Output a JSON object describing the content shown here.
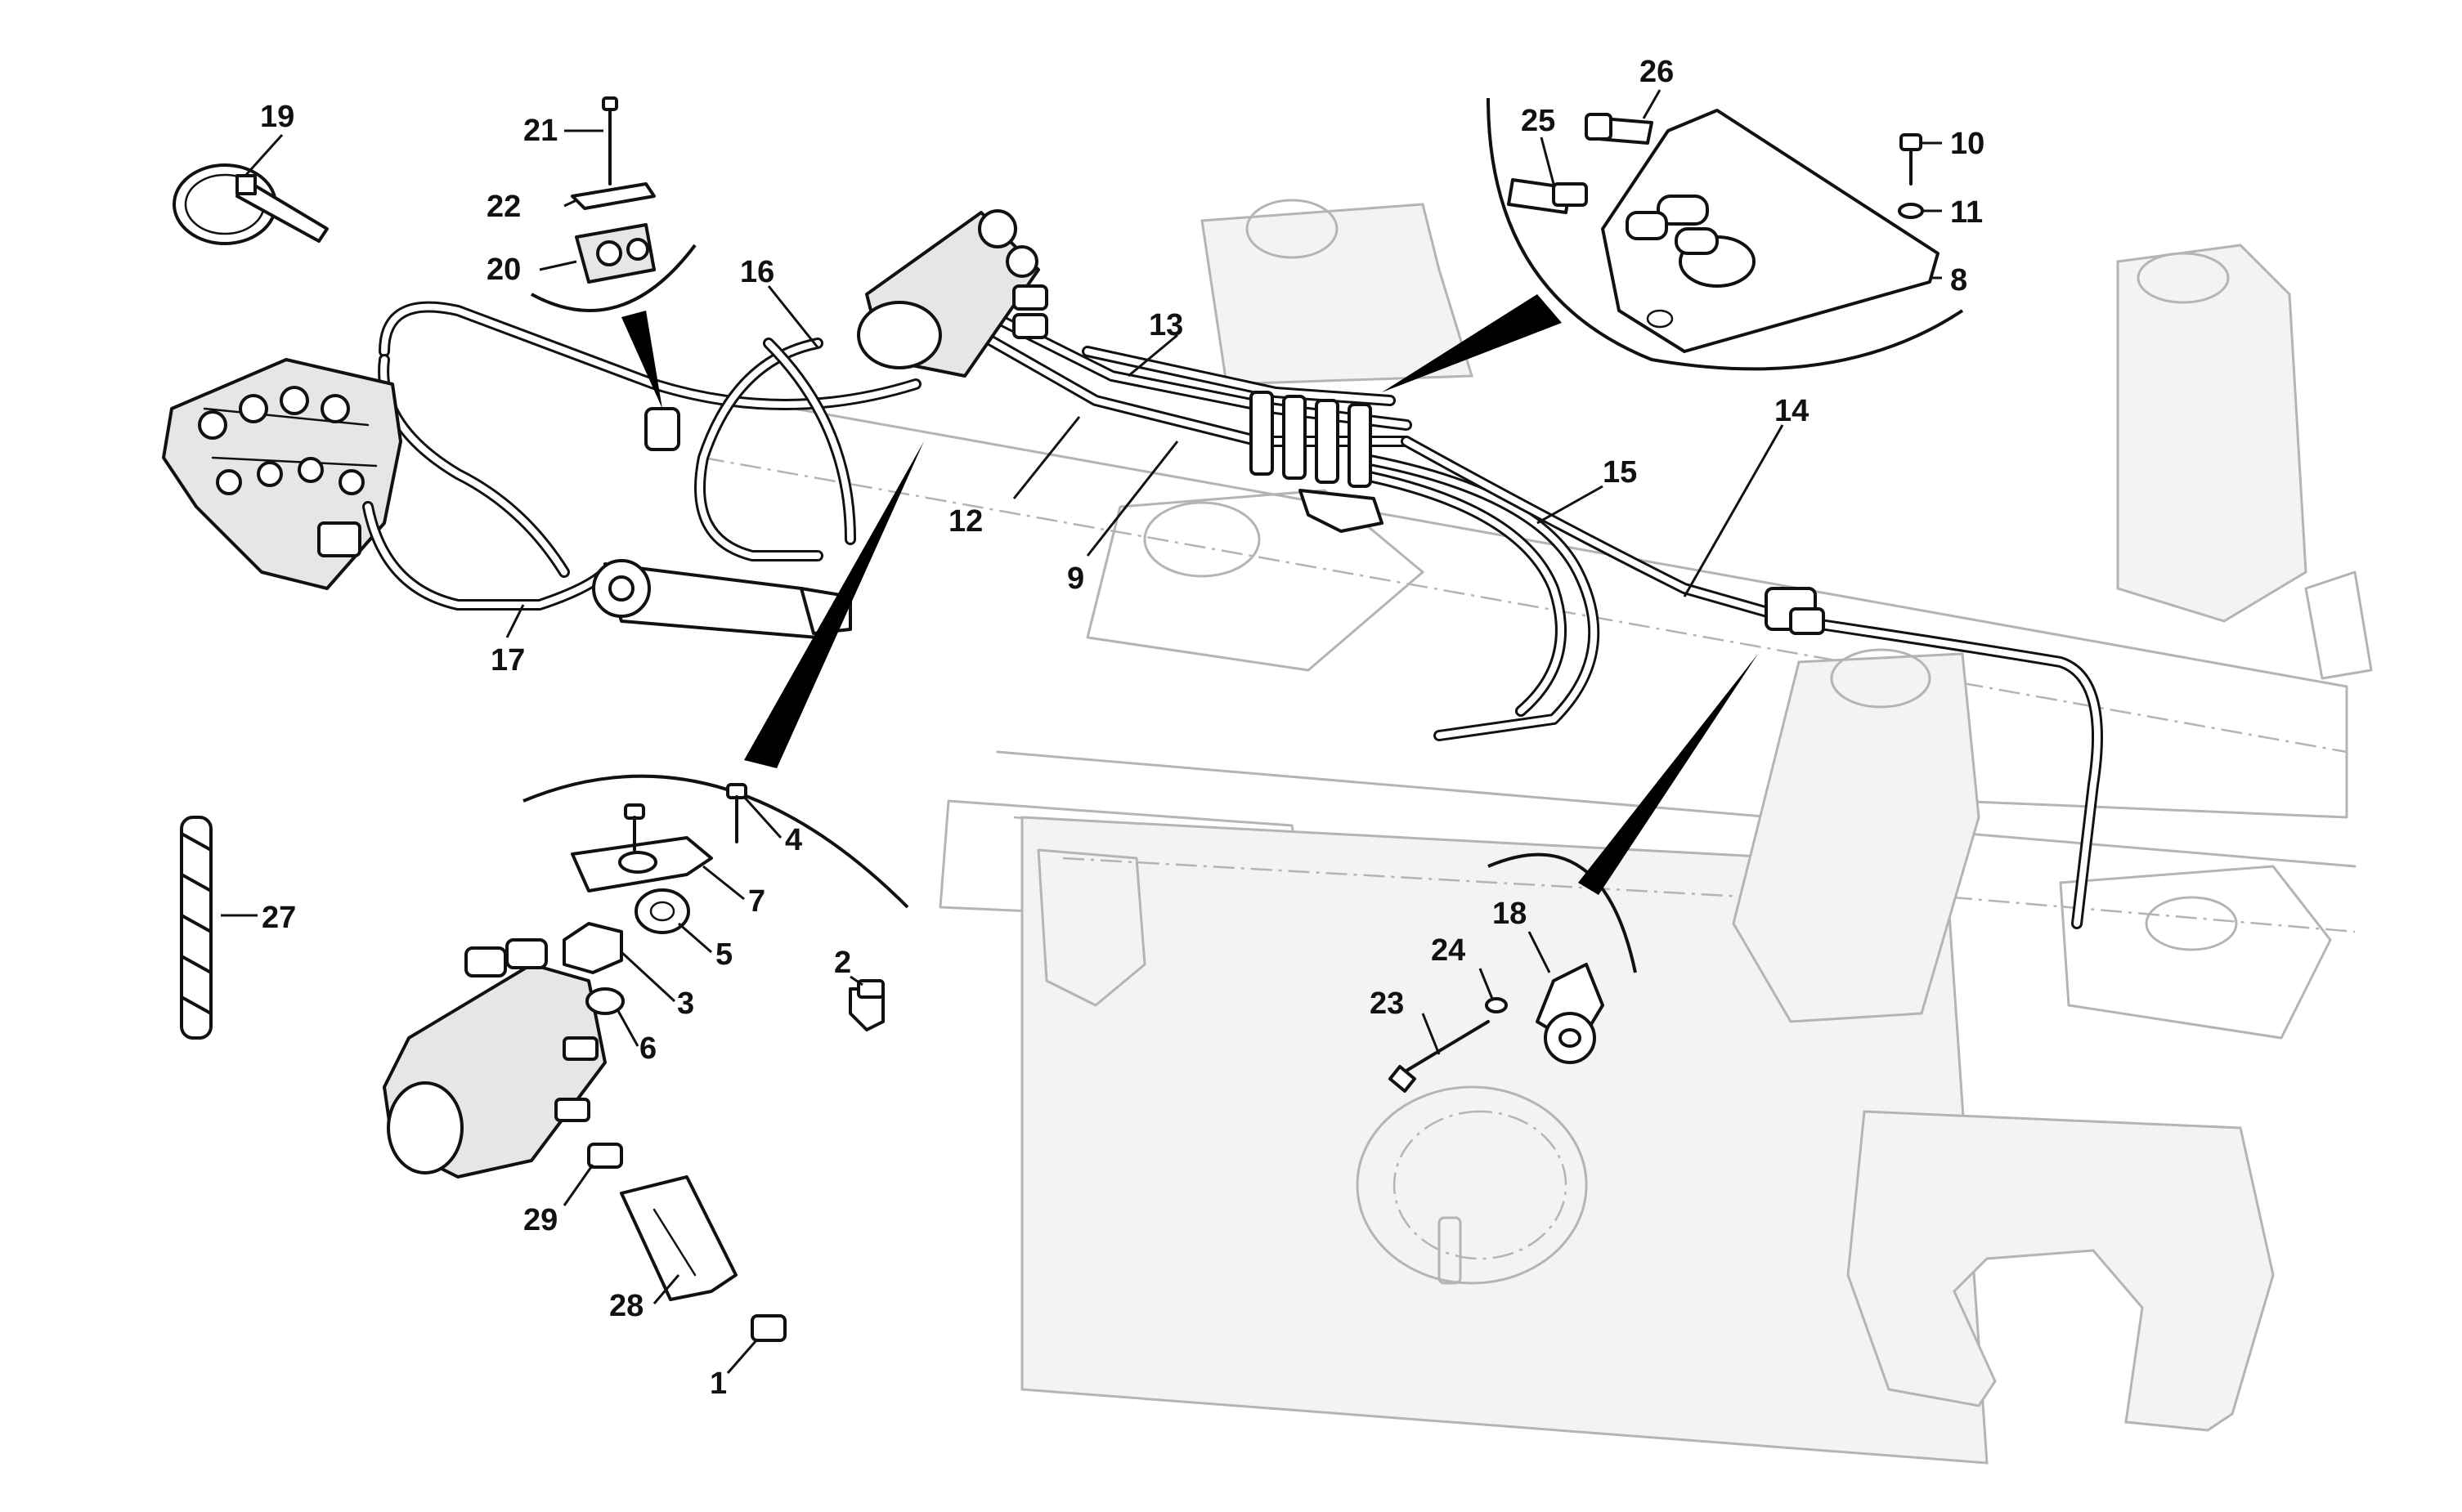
{
  "diagram": {
    "callouts": [
      {
        "id": "c1",
        "label": "1"
      },
      {
        "id": "c2",
        "label": "2"
      },
      {
        "id": "c3",
        "label": "3"
      },
      {
        "id": "c4",
        "label": "4"
      },
      {
        "id": "c5",
        "label": "5"
      },
      {
        "id": "c6",
        "label": "6"
      },
      {
        "id": "c7",
        "label": "7"
      },
      {
        "id": "c8",
        "label": "8"
      },
      {
        "id": "c9",
        "label": "9"
      },
      {
        "id": "c10",
        "label": "10"
      },
      {
        "id": "c11",
        "label": "11"
      },
      {
        "id": "c12",
        "label": "12"
      },
      {
        "id": "c13",
        "label": "13"
      },
      {
        "id": "c14",
        "label": "14"
      },
      {
        "id": "c15",
        "label": "15"
      },
      {
        "id": "c16",
        "label": "16"
      },
      {
        "id": "c17",
        "label": "17"
      },
      {
        "id": "c18",
        "label": "18"
      },
      {
        "id": "c19",
        "label": "19"
      },
      {
        "id": "c20",
        "label": "20"
      },
      {
        "id": "c21",
        "label": "21"
      },
      {
        "id": "c22",
        "label": "22"
      },
      {
        "id": "c23",
        "label": "23"
      },
      {
        "id": "c24",
        "label": "24"
      },
      {
        "id": "c25",
        "label": "25"
      },
      {
        "id": "c26",
        "label": "26"
      },
      {
        "id": "c27",
        "label": "27"
      },
      {
        "id": "c28",
        "label": "28"
      },
      {
        "id": "c29",
        "label": "29"
      }
    ]
  }
}
